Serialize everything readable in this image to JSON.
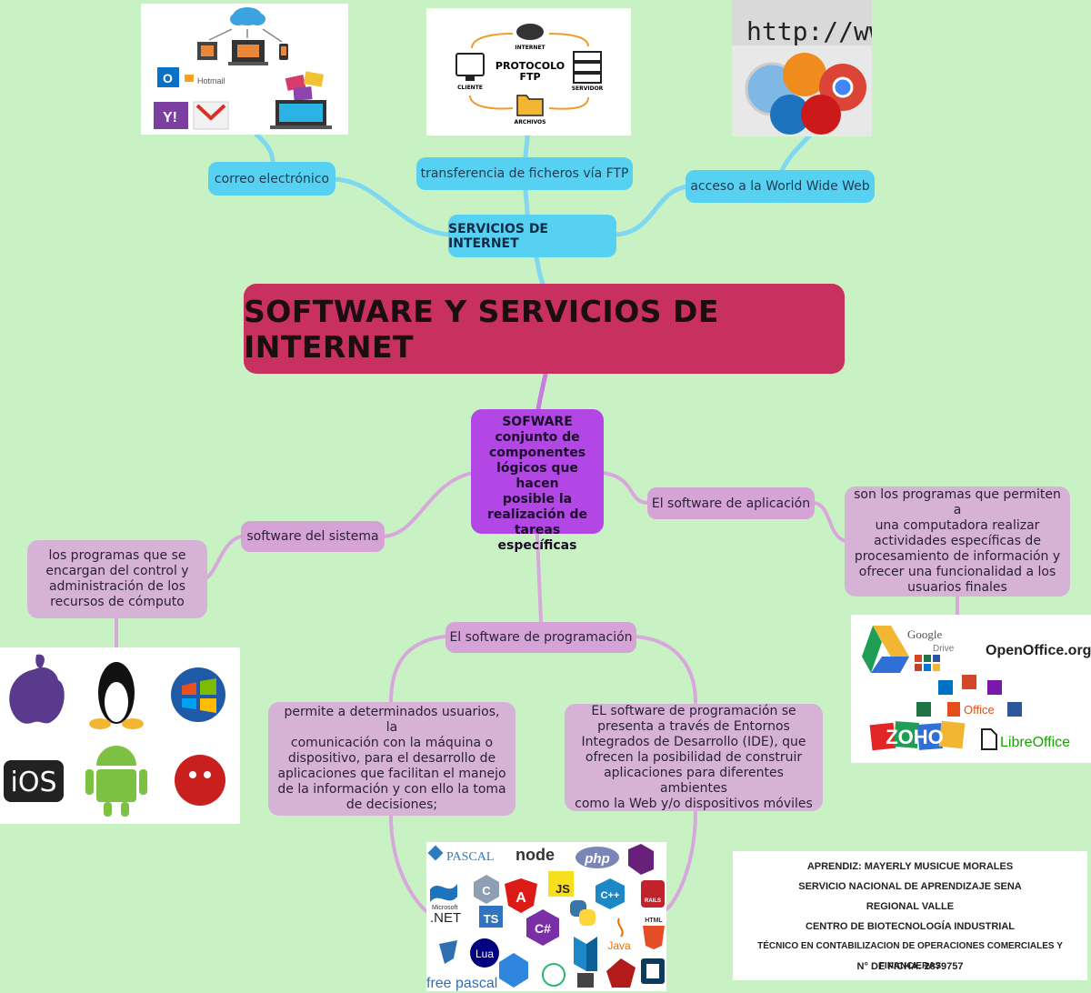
{
  "central": "SOFTWARE Y SERVICIOS DE INTERNET",
  "services": {
    "title": "SERVICIOS DE INTERNET",
    "items": [
      "correo electrónico",
      "transferencia de ficheros vía FTP",
      "acceso a la World Wide Web"
    ]
  },
  "ftp_image": {
    "center_line1": "PROTOCOLO",
    "center_line2": "FTP",
    "top": "INTERNET",
    "left": "CLIENTE",
    "right": "SERVIDOR",
    "bottom": "ARCHIVOS"
  },
  "email_image": {
    "brand": "Hotmail"
  },
  "www_image": {
    "url": "http://www"
  },
  "software": {
    "title": "SOFWARE",
    "definition": [
      "conjunto de",
      "componentes",
      "lógicos que hacen",
      "posible la",
      "realización de",
      "tareas específicas"
    ]
  },
  "system_software": {
    "label": "software del sistema",
    "desc": [
      "los programas que se",
      "encargan del control y",
      "administración de los",
      "recursos de cómputo"
    ],
    "logos": [
      "iOS"
    ]
  },
  "application_software": {
    "label": "El software de aplicación",
    "desc": [
      "son los programas que permiten a",
      "una computadora realizar",
      "actividades específicas de",
      "procesamiento de información y",
      "ofrecer una funcionalidad a los",
      "usuarios finales"
    ],
    "logos": {
      "google": "Google",
      "drive": "Drive",
      "openoffice": "OpenOffice.org",
      "office": "Office",
      "zoho": "ZOHO",
      "libreoffice": "LibreOffice"
    }
  },
  "programming_software": {
    "label": "El software de programación",
    "desc_left": [
      "permite a determinados usuarios, la",
      "comunicación con la máquina o",
      "dispositivo, para el desarrollo de",
      "aplicaciones que facilitan el manejo",
      "de la información y con ello la toma",
      "de decisiones;"
    ],
    "desc_right": [
      "EL software de programación se",
      "presenta a través de Entornos",
      "Integrados de Desarrollo (IDE), que",
      "ofrecen la posibilidad de construir",
      "aplicaciones para diferentes ambientes",
      "como la Web y/o dispositivos móviles"
    ],
    "logos": {
      "pascal": "PASCAL",
      "node": "node",
      "php": "php",
      "net1": "Microsoft",
      "net2": ".NET",
      "js": "JS",
      "ts": "TS",
      "rails": "RAILS",
      "html": "HTML",
      "java": "Java",
      "lua": "Lua",
      "freepascal": "free pascal",
      "c": "C",
      "angular": "A",
      "csharp": "C#",
      "cpp": "C++"
    }
  },
  "credits": [
    "APRENDIZ: MAYERLY MUSICUE MORALES",
    "SERVICIO NACIONAL DE APRENDIZAJE SENA",
    "REGIONAL VALLE",
    "CENTRO DE BIOTECNOLOGÍA INDUSTRIAL",
    "TÉCNICO EN CONTABILIZACION DE OPERACIONES COMERCIALES Y FINANCIERAS",
    "N° DE FICHA: 2879757"
  ],
  "colors": {
    "background": "#c8f2c4",
    "central": "#c7305f",
    "blue": "#57d1f2",
    "pink": "#d6a3d6",
    "purple": "#b347e6"
  }
}
